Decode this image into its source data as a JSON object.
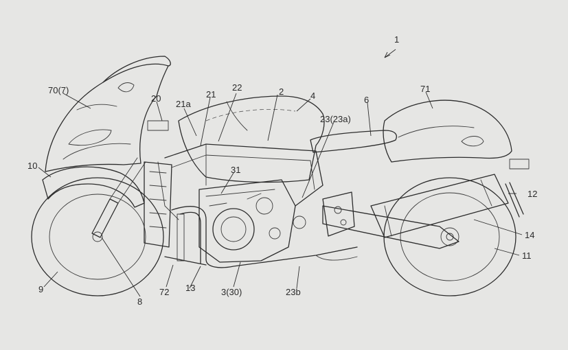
{
  "colors": {
    "background": "#e6e6e4",
    "ink": "#2c2c2c"
  },
  "labels": {
    "l1": "1",
    "l2": "2",
    "l4": "4",
    "l6": "6",
    "l8": "8",
    "l9": "9",
    "l10": "10",
    "l11": "11",
    "l12": "12",
    "l13": "13",
    "l14": "14",
    "l20": "20",
    "l21": "21",
    "l21a": "21a",
    "l22": "22",
    "l23": "23(23a)",
    "l23b": "23b",
    "l3": "3(30)",
    "l31": "31",
    "l70": "70(7)",
    "l71": "71",
    "l72": "72"
  }
}
